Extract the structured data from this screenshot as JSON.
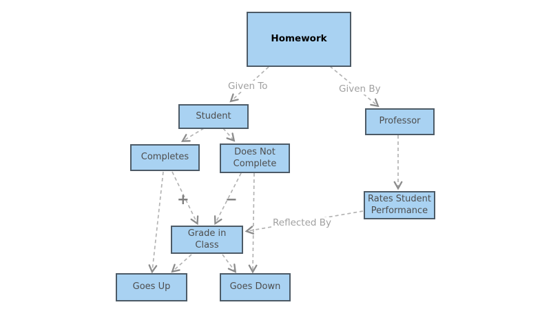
{
  "diagram": {
    "nodes": {
      "homework": {
        "label": "Homework"
      },
      "student": {
        "label": "Student"
      },
      "professor": {
        "label": "Professor"
      },
      "completes": {
        "label": "Completes"
      },
      "does_not_complete": {
        "label": "Does Not Complete"
      },
      "rates_student_performance": {
        "label": "Rates Student Performance"
      },
      "grade_in_class": {
        "label": "Grade in Class"
      },
      "goes_up": {
        "label": "Goes Up"
      },
      "goes_down": {
        "label": "Goes Down"
      }
    },
    "edge_labels": {
      "given_to": "Given To",
      "given_by": "Given By",
      "plus": "+",
      "minus": "−",
      "reflected_by": "Reflected By"
    },
    "colors": {
      "node_fill": "#a9d2f2",
      "node_border": "#4c5a66",
      "edge": "#b3b3b3",
      "arrowhead": "#8c8c8c",
      "edge_label_text": "#a0a0a0",
      "plus_minus": "#7f7f7f",
      "node_text": "#4d4d4d",
      "homework_text": "#000000",
      "background": "#ffffff"
    }
  }
}
